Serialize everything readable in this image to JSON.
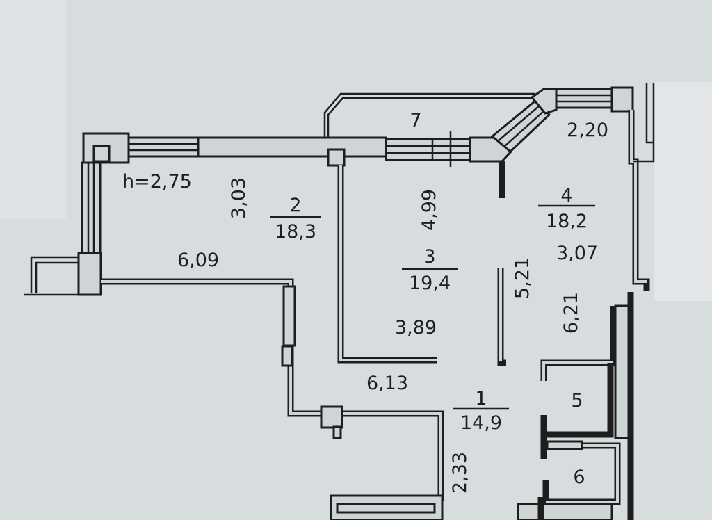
{
  "plan": {
    "ceiling_height": "h=2,75",
    "rooms": [
      {
        "number": "1",
        "area": "14,9"
      },
      {
        "number": "2",
        "area": "18,3"
      },
      {
        "number": "3",
        "area": "19,4"
      },
      {
        "number": "4",
        "area": "18,2"
      },
      {
        "number": "5"
      },
      {
        "number": "6"
      },
      {
        "number": "7"
      }
    ],
    "dimensions": {
      "d_2_20": "2,20",
      "d_3_03": "3,03",
      "d_4_99": "4,99",
      "d_3_07": "3,07",
      "d_6_09": "6,09",
      "d_5_21": "5,21",
      "d_6_21": "6,21",
      "d_3_89": "3,89",
      "d_6_13": "6,13",
      "d_2_33": "2,33"
    }
  }
}
